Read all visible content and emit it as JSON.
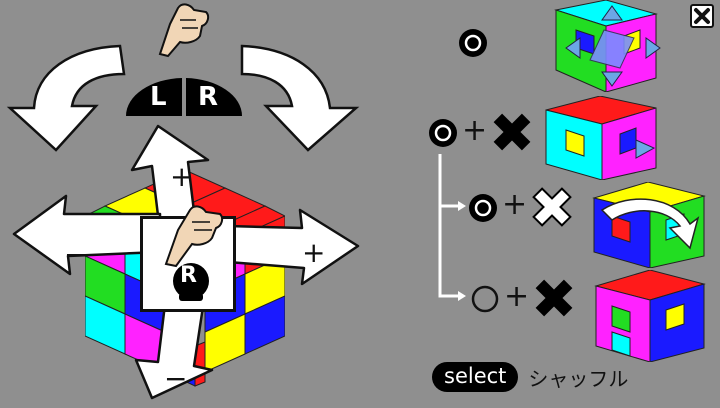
{
  "buttons": {
    "l_label": "L",
    "r_label": "R",
    "r_button_label": "R",
    "select_label": "select",
    "shuffle_label": "シャッフル"
  },
  "rotation": {
    "plus_top": "+",
    "plus_right": "+",
    "minus_left": "−",
    "minus_bottom": "−"
  },
  "combos": {
    "plus_1": "+",
    "plus_2": "+",
    "plus_3": "+"
  },
  "icons": {
    "close": "close-icon",
    "circle_button": "circle-button-icon",
    "dpad": "dpad-icon",
    "pointing_hand": "pointing-hand-icon",
    "rotate_arrows": "curved-arrow-icon"
  },
  "colors": {
    "background": "#8f8f8f",
    "cube_red": "#ff1a1a",
    "cube_yellow": "#ffff00",
    "cube_green": "#22dd22",
    "cube_blue": "#1a1aff",
    "cube_cyan": "#00ffff",
    "cube_magenta": "#ff22ff"
  }
}
